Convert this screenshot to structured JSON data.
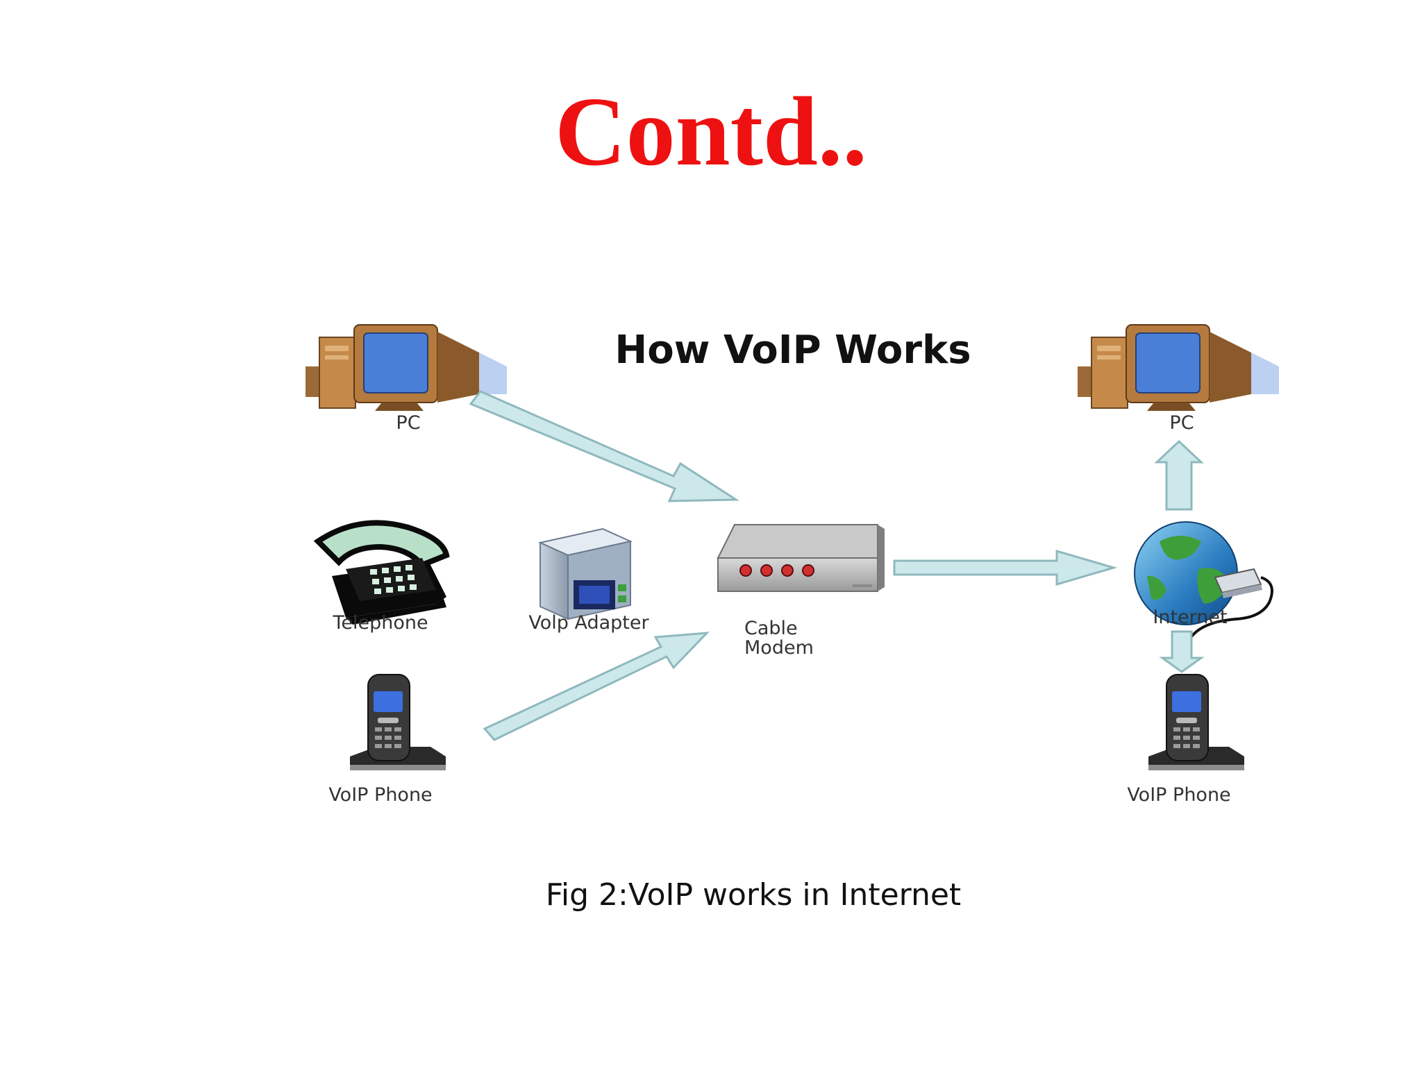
{
  "slide": {
    "title": "Contd..",
    "caption": "Fig 2:VoIP works in  Internet"
  },
  "diagram": {
    "title": "How VoIP Works",
    "labels": {
      "pc_left": "PC",
      "pc_right": "PC",
      "telephone": "Telephone",
      "voip_adapter": "Volp Adapter",
      "cable_modem_line1": "Cable",
      "cable_modem_line2": "Modem",
      "internet": "Internet",
      "voip_phone_left": "VoIP Phone",
      "voip_phone_right": "VoIP Phone"
    },
    "colors": {
      "arrow_fill": "#cce8ea",
      "arrow_stroke": "#8fb8bd",
      "monitor_screen": "#4a7fd8",
      "computer_body": "#b57a3e",
      "title_red": "#ee1111"
    }
  }
}
